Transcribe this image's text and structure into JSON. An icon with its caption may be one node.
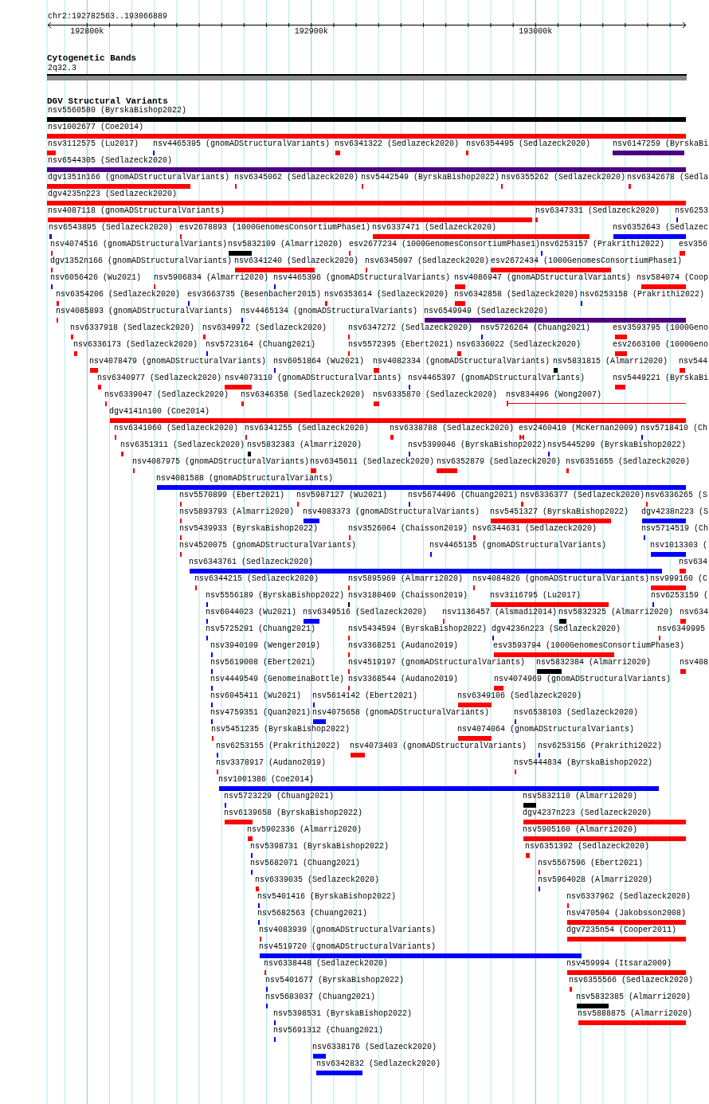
{
  "diagram": {
    "labels": [
      "chr2:192782563..193066889",
      "192800k",
      "192900k",
      "193000k",
      "Cytogenetic Bands",
      "2q32.3",
      "DGV Structural Variants",
      "nsv5560580 (ByrskaBishop2022)",
      "nsv1002677 (Coe2014)",
      "nsv3112575 (Lu2017)",
      "nsv4465395 (gnomADStructuralVariants)",
      "nsv6341322 (Sedlazeck2020)",
      "nsv6354495 (Sedlazeck2020)",
      "nsv6147259 (ByrskaBi",
      "nsv6544305 (Sedlazeck2020)",
      "dgv1351n166 (gnomADStructuralVariants)",
      "nsv6345062 (Sedlazeck2020)",
      "nsv5442549 (ByrskaBishop2022)",
      "nsv6355262 (Sedlazeck2020)",
      "nsv6342678 (Sedla",
      "dgv4235n223 (Sedlazeck2020)",
      "nsv4087118 (gnomADStructuralVariants)",
      "nsv6347331 (Sedlazeck2020)",
      "nsv6253",
      "nsv6543895 (Sedlazeck2020)",
      "esv2678893 (1000GenomesConsortiumPhase1)",
      "nsv6337471 (Sedlazeck2020)",
      "nsv6352643 (Sedlazec",
      "nsv4074516 (gnomADStructuralVariants)",
      "nsv5832109 (Almarri2020)",
      "esv2677234 (1000GenomesConsortiumPhase1)",
      "nsv6253157 (Prakrithi2022)",
      "esv356",
      "dgv1352n166 (gnomADStructuralVariants)",
      "nsv6341240 (Sedlazeck2020)",
      "nsv6345097 (Sedlazeck2020)",
      "esv2672434 (1000GenomesConsortiumPhase1)",
      "nsv6056426 (Wu2021)",
      "nsv5906834 (Almarri2020)",
      "nsv4465396 (gnomADStructuralVariants)",
      "nsv4086947 (gnomADStructuralVariants)",
      "nsv584074 (Coop",
      "nsv6354206 (Sedlazeck2020)",
      "esv3663735 (Besenbacher2015)",
      "nsv6353614 (Sedlazeck2020)",
      "nsv6342858 (Sedlazeck2020)",
      "nsv6253158 (Prakrithi2022)",
      "nsv4085893 (gnomADStructuralVariants)",
      "nsv4465134 (gnomADStructuralVariants)",
      "nsv6549949 (Sedlazeck2020)",
      "nsv6337918 (Sedlazeck2020)",
      "nsv6349972 (Sedlazeck2020)",
      "nsv6347272 (Sedlazeck2020)",
      "nsv5726264 (Chuang2021)",
      "esv3593795 (1000Geno",
      "nsv6336173 (Sedlazeck2020)",
      "nsv5723164 (Chuang2021)",
      "nsv5572395 (Ebert2021)",
      "nsv6336022 (Sedlazeck2020)",
      "esv2663100 (1000Geno",
      "nsv4078479 (gnomADStructuralVariants)",
      "nsv6051864 (Wu2021)",
      "nsv4082334 (gnomADStructuralVariants)",
      "nsv5831815 (Almarri2020)",
      "nsv544",
      "nsv6340977 (Sedlazeck2020)",
      "nsv4073110 (gnomADStructuralVariants)",
      "nsv4465397 (gnomADStructuralVariants)",
      "nsv5449221 (ByrskaBi",
      "nsv6339047 (Sedlazeck2020)",
      "nsv6346358 (Sedlazeck2020)",
      "nsv6335870 (Sedlazeck2020)",
      "nsv834496 (Wong2007)",
      "dgv4141n100 (Coe2014)",
      "nsv6341060 (Sedlazeck2020)",
      "nsv6341255 (Sedlazeck2020)",
      "nsv6338788 (Sedlazeck2020)",
      "esv2460410 (McKernan2009)",
      "nsv5718410 (Ch",
      "nsv6351311 (Sedlazeck2020)",
      "nsv5832383 (Almarri2020)",
      "nsv5399046 (ByrskaBishop2022)",
      "nsv5445299 (ByrskaBishop2022)",
      "nsv4087975 (gnomADStructuralVariants)",
      "nsv6345611 (Sedlazeck2020)",
      "nsv6352879 (Sedlazeck2020)",
      "nsv6351655 (Sedlazeck2020)",
      "nsv4081588 (gnomADStructuralVariants)",
      "nsv5570899 (Ebert2021)",
      "nsv5987127 (Wu2021)",
      "nsv5674496 (Chuang2021)",
      "nsv6336377 (Sedlazeck2020)",
      "nsv6336265 (S",
      "nsv5893793 (Almarri2020)",
      "nsv4083373 (gnomADStructuralVariants)",
      "nsv5451327 (ByrskaBishop2022)",
      "dgv4238n223 (S",
      "nsv5439933 (ByrskaBishop2022)",
      "nsv3526064 (Chaisson2019)",
      "nsv6344631 (Sedlazeck2020)",
      "nsv5714519 (Ch",
      "nsv4520075 (gnomADStructuralVariants)",
      "nsv4465135 (gnomADStructuralVariants)",
      "nsv1013303 (",
      "nsv6343761 (Sedlazeck2020)",
      "nsv634",
      "nsv6344215 (Sedlazeck2020)",
      "nsv5895969 (Almarri2020)",
      "nsv4084826 (gnomADStructuralVariants)",
      "nsv999160 (C",
      "nsv5556189 (ByrskaBishop2022)",
      "nsv3180469 (Chaisson2019)",
      "nsv3116795 (Lu2017)",
      "nsv6253159 (",
      "nsv6044023 (Wu2021)",
      "nsv6349516 (Sedlazeck2020)",
      "nsv1136457 (Alsmadi2014)",
      "nsv5832325 (Almarri2020)",
      "nsv634",
      "nsv5725291 (Chuang2021)",
      "nsv5434594 (ByrskaBishop2022)",
      "dgv4236n223 (Sedlazeck2020)",
      "nsv6349995",
      "nsv3940109 (Wenger2019)",
      "nsv3368251 (Audano2019)",
      "esv3593794 (1000GenomesConsortiumPhase3)",
      "nsv5619008 (Ebert2021)",
      "nsv4519197 (gnomADStructuralVariants)",
      "nsv5832384 (Almarri2020)",
      "nsv408",
      "nsv4449549 (GenomeinaBottle)",
      "nsv3368544 (Audano2019)",
      "nsv4074969 (gnomADStructuralVariants)",
      "nsv6045411 (Wu2021)",
      "nsv5614142 (Ebert2021)",
      "nsv6349106 (Sedlazeck2020)",
      "nsv4759351 (Quan2021)",
      "nsv4075658 (gnomADStructuralVariants)",
      "nsv6538103 (Sedlazeck2020)",
      "nsv5451235 (ByrskaBishop2022)",
      "nsv4074064 (gnomADStructuralVariants)",
      "nsv6253155 (Prakrithi2022)",
      "nsv4073403 (gnomADStructuralVariants)",
      "nsv6253156 (Prakrithi2022)",
      "nsv3378917 (Audano2019)",
      "nsv5444834 (ByrskaBishop2022)",
      "nsv1001386 (Coe2014)",
      "nsv5723229 (Chuang2021)",
      "nsv5832110 (Almarri2020)",
      "nsv6139658 (ByrskaBishop2022)",
      "dgv4237n223 (Sedlazeck2020)",
      "nsv5902336 (Almarri2020)",
      "nsv5905160 (Almarri2020)",
      "nsv5398731 (ByrskaBishop2022)",
      "nsv6351392 (Sedlazeck2020)",
      "nsv5682071 (Chuang2021)",
      "nsv5567596 (Ebert2021)",
      "nsv6339035 (Sedlazeck2020)",
      "nsv5964028 (Almarri2020)",
      "nsv5401416 (ByrskaBishop2022)",
      "nsv6337962 (Sedlazeck2020)",
      "nsv5682563 (Chuang2021)",
      "nsv470504 (Jakobsson2008)",
      "nsv4083939 (gnomADStructuralVariants)",
      "dgv7235n54 (Cooper2011)",
      "nsv4519720 (gnomADStructuralVariants)",
      "nsv6338448 (Sedlazeck2020)",
      "nsv459994 (Itsara2009)",
      "nsv5401677 (ByrskaBishop2022)",
      "nsv6355566 (Sedlazeck2020)",
      "nsv5683037 (Chuang2021)",
      "nsv5832385 (Almarri2020)",
      "nsv5398531 (ByrskaBishop2022)",
      "nsv5888875 (Almarri2020)",
      "nsv5691312 (Chuang2021)",
      "nsv6338176 (Sedlazeck2020)",
      "nsv6342832 (Sedlazeck2020)"
    ]
  }
}
